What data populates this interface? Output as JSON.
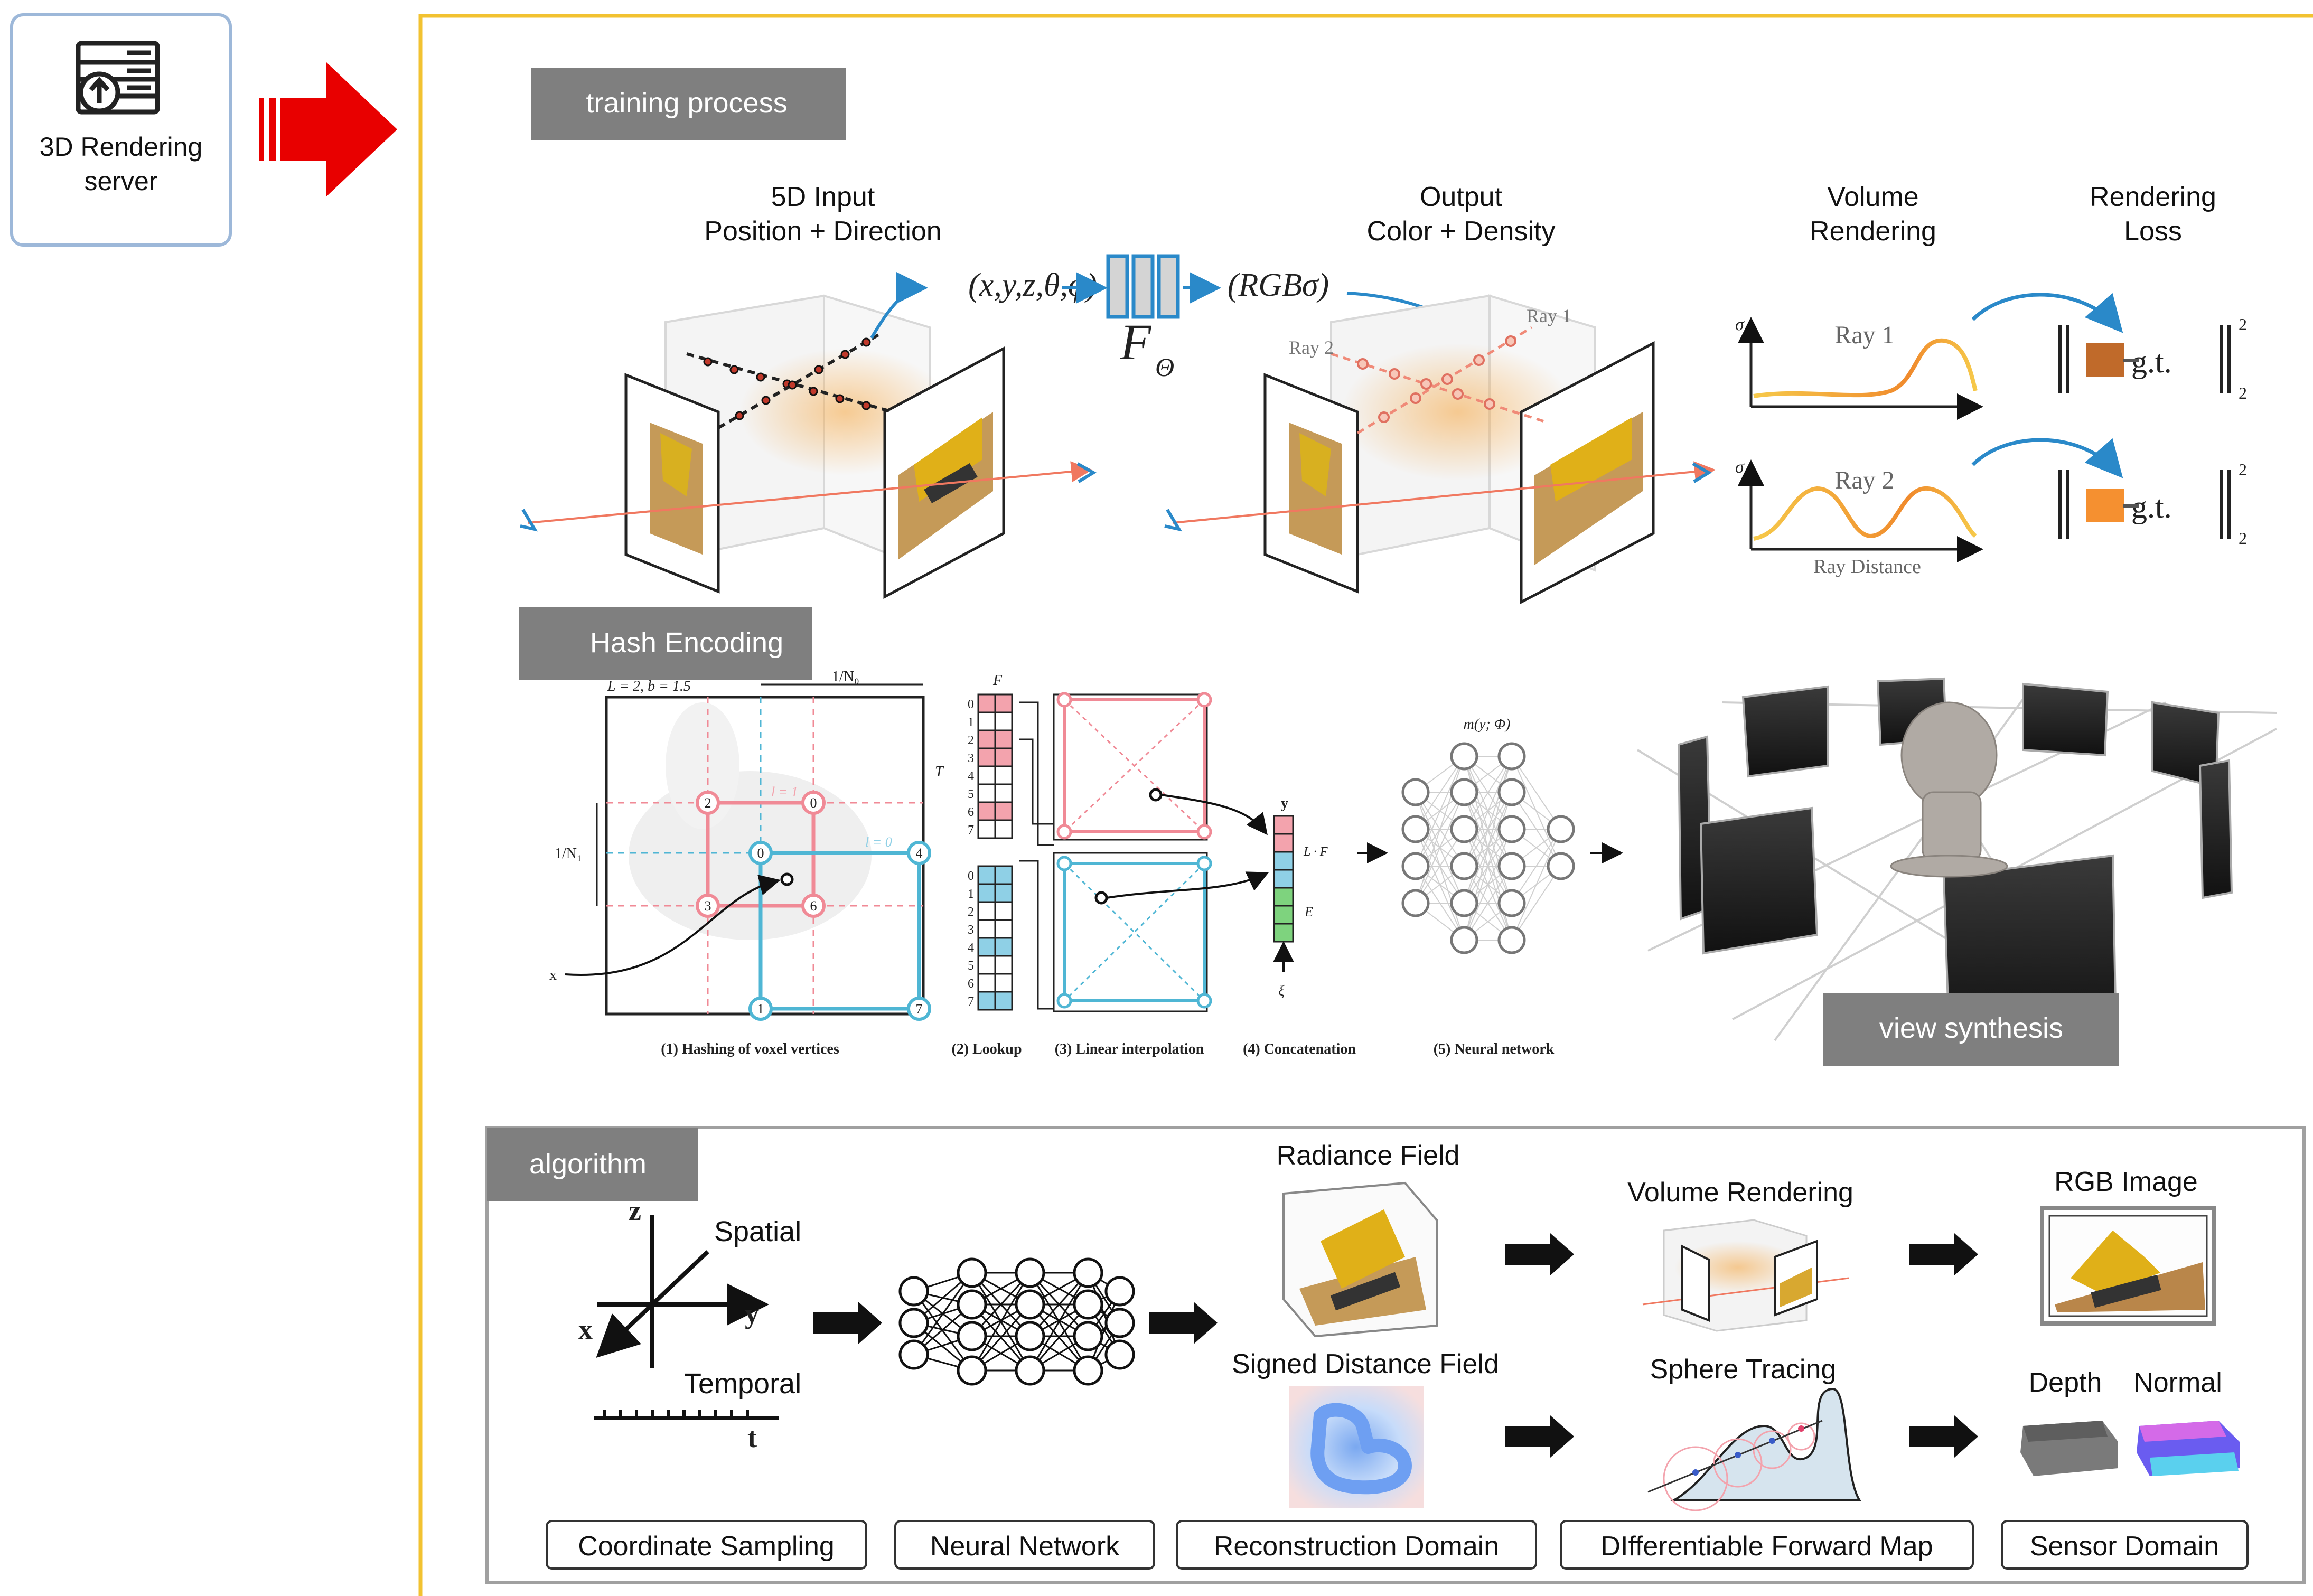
{
  "server": {
    "line1": "3D Rendering",
    "line2": "server"
  },
  "colors": {
    "accent_border": "#f2c230",
    "arrow_red": "#e80000",
    "server_border": "#9db8d9",
    "tag_bg": "#7f7f7f",
    "pink": "#f08a96",
    "cyan": "#4fb6d4",
    "hash_pink": "#f3a3ad",
    "hash_blue": "#8fd0e6",
    "hash_green": "#7ed37e"
  },
  "sections": {
    "training": "training process",
    "hash": "Hash Encoding",
    "algorithm": "algorithm",
    "view": "view synthesis"
  },
  "training": {
    "input_l1": "5D Input",
    "input_l2": "Position + Direction",
    "output_l1": "Output",
    "output_l2": "Color + Density",
    "vol_l1": "Volume",
    "vol_l2": "Rendering",
    "loss_l1": "Rendering",
    "loss_l2": "Loss",
    "tuple_in": "(x,y,z,θ,φ)",
    "tuple_out": "(RGBσ)",
    "net": "F",
    "net_sub": "Θ",
    "ray1": "Ray 1",
    "ray2": "Ray 2",
    "ray_distance": "Ray Distance",
    "sigma": "σ",
    "gt": "g.t.",
    "norm_sup": "2",
    "norm_sub": "2"
  },
  "hash": {
    "params": "L = 2,  b = 1.5",
    "n0": "1/N₀",
    "n1": "1/N₁",
    "l1": "l = 1",
    "l0": "l = 0",
    "x": "x",
    "F": "F",
    "T": "T",
    "y": "y",
    "LF": "L · F",
    "E": "E",
    "xi": "ξ",
    "m": "m(y; Φ)",
    "pink_nodes": [
      "2",
      "0",
      "3",
      "6"
    ],
    "blue_nodes": [
      "0",
      "4",
      "1",
      "7"
    ],
    "table_idx": [
      "0",
      "1",
      "2",
      "3",
      "4",
      "5",
      "6",
      "7"
    ],
    "captions": [
      "(1) Hashing of voxel vertices",
      "(2) Lookup",
      "(3) Linear interpolation",
      "(4) Concatenation",
      "(5) Neural network"
    ]
  },
  "algorithm": {
    "spatial": "Spatial",
    "temporal": "Temporal",
    "axis_z": "z",
    "axis_x": "x",
    "axis_y": "y",
    "axis_t": "t",
    "radiance": "Radiance Field",
    "sdf": "Signed Distance Field",
    "volume": "Volume Rendering",
    "sphere": "Sphere Tracing",
    "rgb": "RGB Image",
    "depth": "Depth",
    "normal": "Normal",
    "domains": [
      "Coordinate Sampling",
      "Neural Network",
      "Reconstruction Domain",
      "DIfferentiable Forward Map",
      "Sensor Domain"
    ]
  }
}
